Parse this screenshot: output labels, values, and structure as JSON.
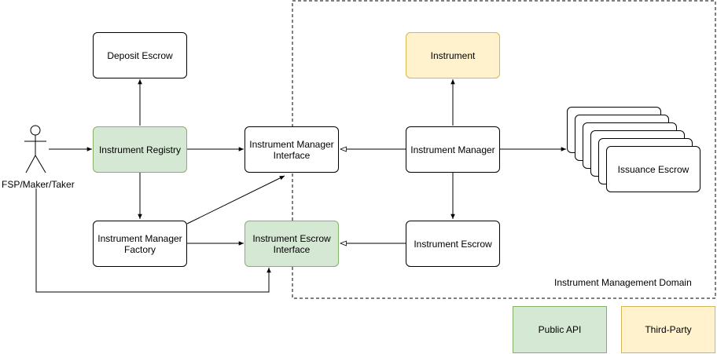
{
  "nodes": {
    "deposit_escrow": "Deposit Escrow",
    "instrument_registry": "Instrument Registry",
    "instrument_manager_factory": "Instrument Manager Factory",
    "instrument_manager_interface": "Instrument Manager Interface",
    "instrument_escrow_interface": "Instrument Escrow Interface",
    "instrument": "Instrument",
    "instrument_manager": "Instrument Manager",
    "instrument_escrow": "Instrument Escrow",
    "issuance_escrow": "Issuance Escrow"
  },
  "actor": {
    "label": "FSP/Maker/Taker"
  },
  "domain": {
    "label": "Instrument Management Domain"
  },
  "legend": {
    "public_api": "Public API",
    "third_party": "Third-Party"
  },
  "colors": {
    "public_api_fill": "#d5e8d4",
    "public_api_stroke": "#82b366",
    "third_party_fill": "#fff2cc",
    "third_party_stroke": "#d6b656"
  }
}
